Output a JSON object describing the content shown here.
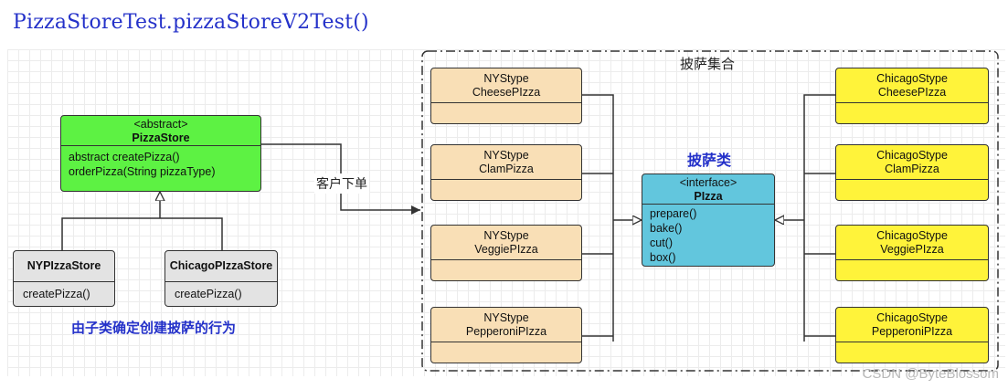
{
  "title": "PizzaStoreTest.pizzaStoreV2Test()",
  "abstract_store": {
    "stereotype": "<abstract>",
    "name": "PizzaStore",
    "ops": [
      "abstract createPizza()",
      "orderPizza(String pizzaType)"
    ]
  },
  "ny_store": {
    "name": "NYPIzzaStore",
    "op": "createPizza()"
  },
  "chicago_store": {
    "name": "ChicagoPIzzaStore",
    "op": "createPizza()"
  },
  "subclass_note": "由子类确定创建披萨的行为",
  "order_label": "客户下单",
  "group_label": "披萨集合",
  "pizza_class_label": "披萨类",
  "pizza_interface": {
    "stereotype": "<interface>",
    "name": "PIzza",
    "ops": [
      "prepare()",
      "bake()",
      "cut()",
      "box()"
    ]
  },
  "ny_pizzas": [
    {
      "line1": "NYStype",
      "line2": "CheesePIzza"
    },
    {
      "line1": "NYStype",
      "line2": "ClamPizza"
    },
    {
      "line1": "NYStype",
      "line2": "VeggiePIzza"
    },
    {
      "line1": "NYStype",
      "line2": "PepperoniPIzza"
    }
  ],
  "chicago_pizzas": [
    {
      "line1": "ChicagoStype",
      "line2": "CheesePIzza"
    },
    {
      "line1": "ChicagoStype",
      "line2": "ClamPizza"
    },
    {
      "line1": "ChicagoStype",
      "line2": "VeggiePIzza"
    },
    {
      "line1": "ChicagoStype",
      "line2": "PepperoniPIzza"
    }
  ],
  "watermark": "CSDN @ByteBlossom",
  "colors": {
    "abstract_fill": "#5df243",
    "ny_fill": "#f9dfb6",
    "chicago_fill": "#fff33a",
    "interface_fill": "#62c6dd",
    "impl_fill": "#e3e3e3",
    "title_text": "#2431c9"
  }
}
